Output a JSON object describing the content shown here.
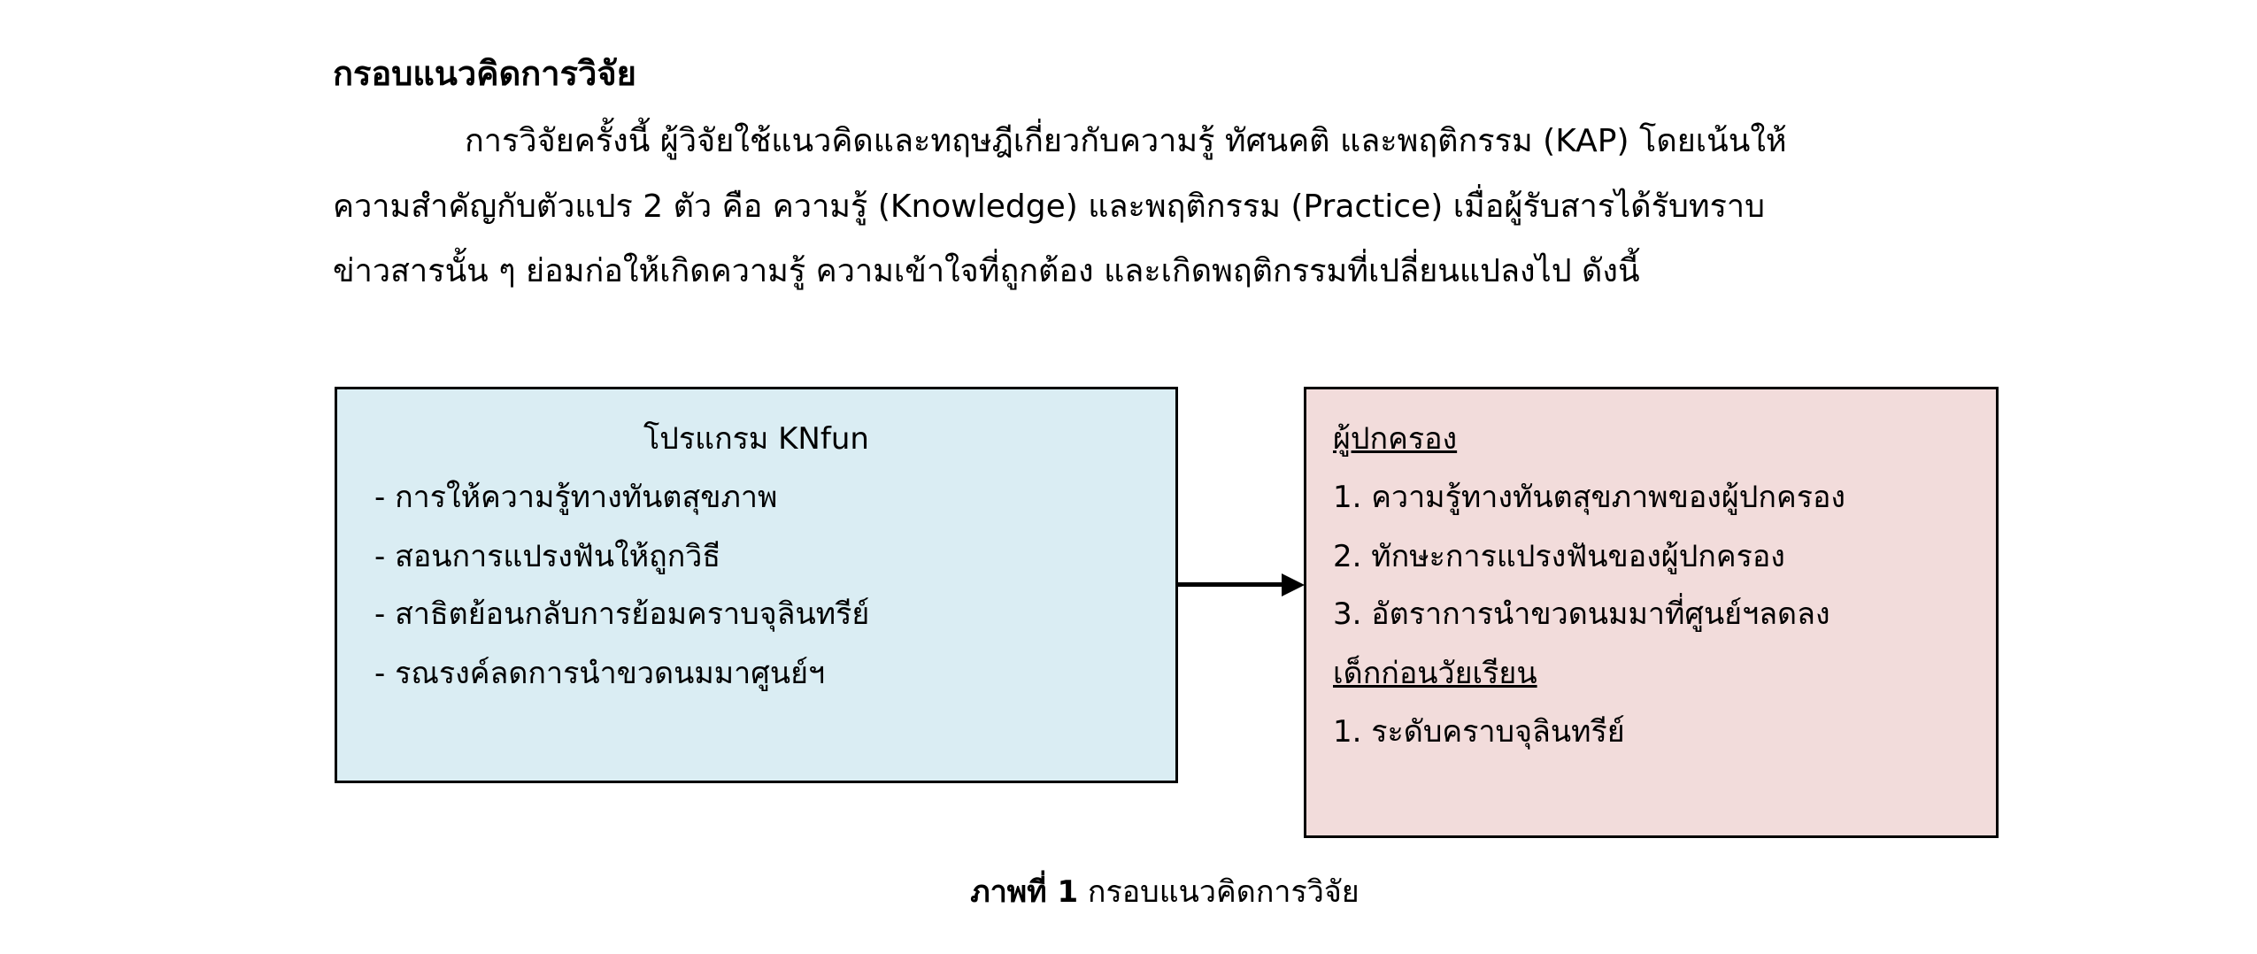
{
  "heading": "กรอบแนวคิดการวิจัย",
  "paragraph_lines": [
    "การวิจัยครั้งนี้ ผู้วิจัยใช้แนวคิดและทฤษฎีเกี่ยวกับความรู้ ทัศนคติ และพฤติกรรม (KAP) โดยเน้นให้",
    "ความสำคัญกับตัวแปร 2 ตัว คือ ความรู้ (Knowledge) และพฤติกรรม (Practice) เมื่อผู้รับสารได้รับทราบ",
    "ข่าวสารนั้น ๆ ย่อมก่อให้เกิดความรู้ ความเข้าใจที่ถูกต้อง และเกิดพฤติกรรมที่เปลี่ยนแปลงไป ดังนี้"
  ],
  "left_box": {
    "title": "โปรแกรม KNfun",
    "items": [
      "- การให้ความรู้ทางทันตสุขภาพ",
      "- สอนการแปรงฟันให้ถูกวิธี",
      "- สาธิตย้อนกลับการย้อมคราบจุลินทรีย์",
      "- รณรงค์ลดการนำขวดนมมาศูนย์ฯ"
    ],
    "color": "#daedf3"
  },
  "right_box": {
    "group1_title": "ผู้ปกครอง",
    "group1_items": [
      "1. ความรู้ทางทันตสุขภาพของผู้ปกครอง",
      "2. ทักษะการแปรงฟันของผู้ปกครอง",
      "3. อัตราการนำขวดนมมาที่ศูนย์ฯลดลง"
    ],
    "group2_title": "เด็กก่อนวัยเรียน",
    "group2_items": [
      "1. ระดับคราบจุลินทรีย์"
    ],
    "color": "#f2dcdb"
  },
  "caption": {
    "label": "ภาพที่ 1",
    "text": " กรอบแนวคิดการวิจัย"
  }
}
